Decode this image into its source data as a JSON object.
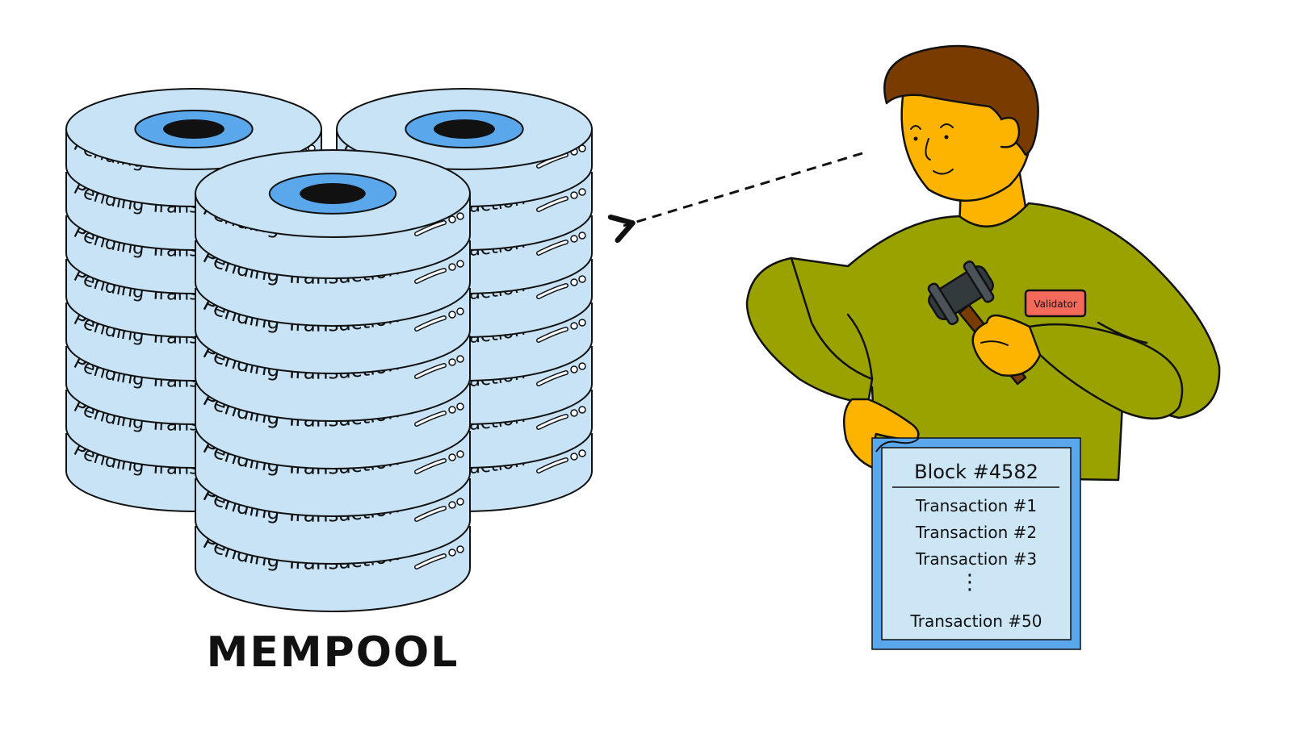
{
  "disk_label": "Pending Transaction",
  "title": "MEMPOOL",
  "badge": "Validator",
  "block": {
    "title": "Block #4582",
    "items": [
      "Transaction #1",
      "Transaction #2",
      "Transaction #3"
    ],
    "ellipsis": "⋮",
    "last": "Transaction #50"
  },
  "colors": {
    "disk": "#c7e3f5",
    "disk_hole_ring": "#5aa7ec",
    "sweater": "#9aa200",
    "skin": "#fdb400",
    "hair": "#7a3b00",
    "badge": "#f36a5b",
    "block_frame": "#5aa7ec",
    "block_fill": "#cde6f6",
    "hammer": "#333a3e"
  },
  "stacks": [
    {
      "name": "back-left",
      "disks": 8
    },
    {
      "name": "back-right",
      "disks": 8
    },
    {
      "name": "front",
      "disks": 8
    }
  ]
}
